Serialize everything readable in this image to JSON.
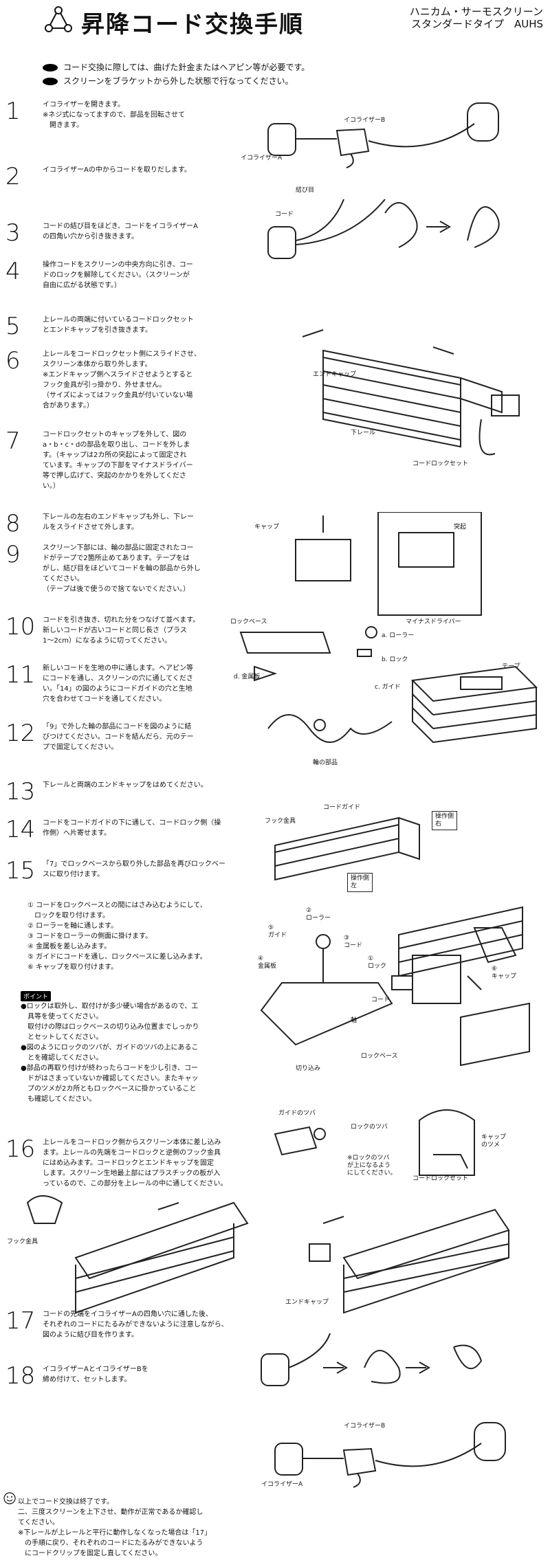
{
  "header": {
    "title": "昇降コード交換手順",
    "subtitle_line1": "ハニカム・サーモスクリーン",
    "subtitle_line2": "スタンダードタイプ　AUHS"
  },
  "notes": [
    "コード交換に際しては、曲げた針金またはヘアピン等が必要です。",
    "スクリーンをブラケットから外した状態で行なってください。"
  ],
  "steps": [
    {
      "n": "1",
      "text": "イコライザーを開きます。\n※ネジ式になってますので、部品を回転させて\n　開きます。"
    },
    {
      "n": "2",
      "text": "イコライザーAの中からコードを取りだします。"
    },
    {
      "n": "3",
      "text": "コードの結び目をほどき、コードをイコライザーA\nの四角い穴から引き抜きます。"
    },
    {
      "n": "4",
      "text": "操作コードをスクリーンの中央方向に引き、コー\nドのロックを解除してください。（スクリーンが\n自由に広がる状態です。）"
    },
    {
      "n": "5",
      "text": "上レールの両端に付いているコードロックセット\nとエンドキャップを引き抜きます。"
    },
    {
      "n": "6",
      "text": "上レールをコードロックセット側にスライドさせ、\nスクリーン本体から取り外します。\n※エンドキャップ側へスライドさせようとすると\nフック金具が引っ掛かり、外せません。\n（サイズによってはフック金具が付いていない場\n合があります。）"
    },
    {
      "n": "7",
      "text": "コードロックセットのキャップを外して、図の\na・b・c・dの部品を取り出し、コードを外しま\nす。（キャップは2カ所の突起によって固定され\nています。キャップの下部をマイナスドライバー\n等で押し広げて、突起のかかりを外してくださ\nい。）"
    },
    {
      "n": "8",
      "text": "下レールの左右のエンドキャップも外し、下レー\nルをスライドさせて外します。"
    },
    {
      "n": "9",
      "text": "スクリーン下部には、輪の部品に固定されたコー\nドがテープで2箇所止めてあります。テープをは\nがし、結び目をほどいてコードを輪の部品から外し\nてください。\n（テープは後で使うので捨てないでください。）"
    },
    {
      "n": "10",
      "text": "コードを引き抜き、切れた分をつなげて並べます。\n新しいコードが古いコードと同じ長さ（プラス\n1～2cm）になるように切ってください。"
    },
    {
      "n": "11",
      "text": "新しいコードを生地の中に通します。ヘアピン等\nにコードを通し、スクリーンの穴に通してくださ\nい。「14」の図のようにコードガイドの穴と生地\n穴を合わせてコードを通してください。"
    },
    {
      "n": "12",
      "text": "「9」で外した輪の部品にコードを図のように結\nびつけてください。コードを結んだら、元のテー\nプで固定してください。"
    },
    {
      "n": "13",
      "text": "下レールと両端のエンドキャップをはめてください。"
    },
    {
      "n": "14",
      "text": "コードをコードガイドの下に通して、コードロック側（操\n作側）へ片寄せます。"
    },
    {
      "n": "15",
      "text": "「7」でロックベースから取り外した部品を再びロックベー\nスに取り付けます。"
    },
    {
      "n": "16",
      "text": "上レールをコードロック側からスクリーン本体に差し込み\nます。上レールの先端をコードロックと逆側のフック金具\nにはめ込みます。コードロックとエンドキャップを固定\nします。スクリーン生地最上部にはプラスチックの板が入\nっているので、この部分を上レールの中に通してください。"
    },
    {
      "n": "17",
      "text": "コードの先端をイコライザーAの四角い穴に通した後、\nそれぞれのコードにたるみができないように注意しながら、\n図のように結び目を作ります。"
    },
    {
      "n": "18",
      "text": "イコライザーAとイコライザーBを\n締め付けて、セットします。"
    }
  ],
  "substeps": [
    "① コードをロックベースとの間にはさみ込むようにして、\n　ロックを取り付けます。",
    "② ローラーを軸に通します。",
    "③ コードをローラーの側面に掛けます。",
    "④ 金属板を差し込みます。",
    "⑤ ガイドにコードを通し、ロックベースに差し込みます。",
    "⑥ キャップを取り付けます。"
  ],
  "tips": {
    "badge": "ポイント",
    "lines": [
      "●ロックは取外し、取付けが多少硬い場合があるので、工\n　具等を使ってください。\n　取付けの際はロックベースの切り込み位置までしっかり\n　とセットしてください。",
      "●図のようにロックのツバが、ガイドのツバの上にあるこ\n　とを確認してください。",
      "●部品の再取り付けが終わったらコードを少し引き、コー\n　ドがはさまっていないか確認してください。またキャッ\n　プのツメが2カ所ともロックベースに掛かっていること\n　も確認してください。"
    ]
  },
  "labels": {
    "eq_b": "イコライザーB",
    "eq_a": "イコライザーA",
    "knot": "結び目",
    "cord": "コード",
    "endcap": "エンドキャップ",
    "bottom_rail": "下レール",
    "cordlock_set": "コードロックセット",
    "cap": "キャップ",
    "protrusion": "突起",
    "screwdriver": "マイナスドライバー",
    "lock_base": "ロックベース",
    "a_roller": "a. ローラー",
    "b_lock": "b. ロック",
    "c_guide": "c. ガイド",
    "d_metal": "d. 金属板",
    "tape": "テープ",
    "ring_part": "輪の部品",
    "cord_guide": "コードガイド",
    "hook_metal": "フック金具",
    "op_right": "操作側\n右",
    "op_left": "操作側\n左",
    "n2_roller": "②\nローラー",
    "n5_guide": "⑤\nガイド",
    "n3_cord": "③\nコード",
    "n1_lock": "①\nロック",
    "n4_metal": "④\n金属板",
    "cord2": "コード",
    "axis": "軸",
    "cut": "切り込み",
    "lock_base2": "ロックベース",
    "n6_cap": "⑥\nキャップ",
    "guide_flange": "ガイドのツバ",
    "lock_flange": "ロックのツバ",
    "cap_claw": "キャップ\nのツメ",
    "flange_note": "※ロックのツバ\nが上になるよう\nにしてください。",
    "cordlock_set2": "コードロックセット",
    "hook_metal2": "フック金具",
    "endcap2": "エンドキャップ",
    "eq_b2": "イコライザーB",
    "eq_a2": "イコライザーA"
  },
  "ending": "以上でコード交換は終了です。\n二、三度スクリーンを上下させ、動作が正常であるか確認し\nてください。\n※下レールが上レールと平行に動作しなくなった場合は「17」\n　の手順に戻り、それぞれのコードにたるみができないよう\n　にコードクリップを固定し直してください。"
}
